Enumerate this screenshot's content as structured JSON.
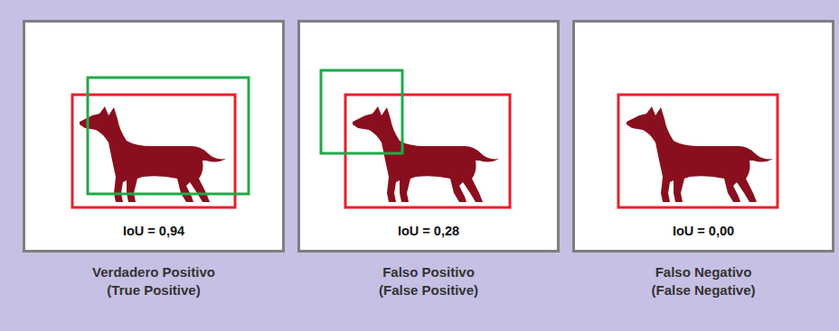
{
  "diagram": {
    "nodes": [
      {
        "text": [
          "IoU = 0,94",
          "Verdadero Positivo (True Positive)"
        ]
      },
      {
        "text": [
          "IoU = 0,28",
          "Falso Positivo (False Positive)"
        ]
      },
      {
        "text": [
          "IoU = 0,00",
          "Falso Negativo (False Negative)"
        ]
      }
    ]
  }
}
